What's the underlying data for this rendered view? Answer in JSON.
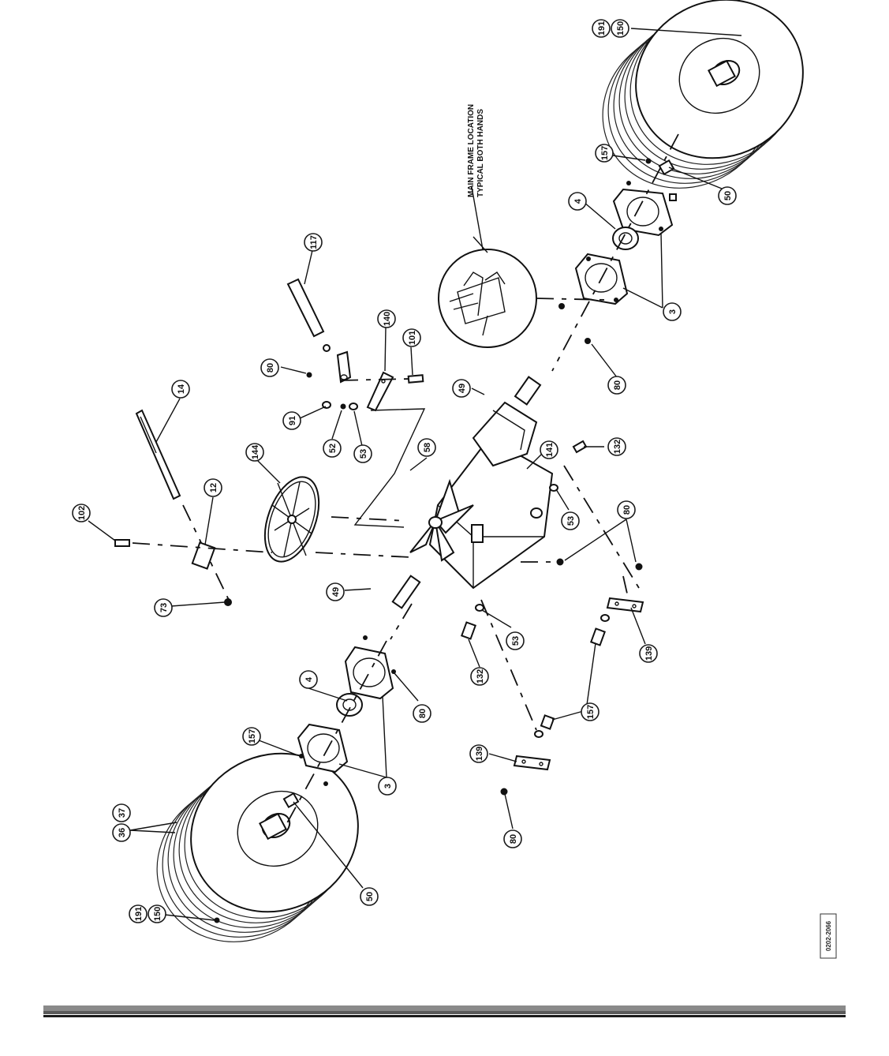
{
  "note": {
    "line1": "MAIN FRAME LOCATION",
    "line2": "TYPICAL BOTH HANDS"
  },
  "drawing_number": "0202-2066",
  "callouts": [
    {
      "id": "c-191-tr",
      "label": "191"
    },
    {
      "id": "c-150-tr",
      "label": "150"
    },
    {
      "id": "c-157-r",
      "label": "157"
    },
    {
      "id": "c-50-r",
      "label": "50"
    },
    {
      "id": "c-4-r",
      "label": "4"
    },
    {
      "id": "c-3-r",
      "label": "3"
    },
    {
      "id": "c-80-r",
      "label": "80"
    },
    {
      "id": "c-117",
      "label": "117"
    },
    {
      "id": "c-140",
      "label": "140"
    },
    {
      "id": "c-101",
      "label": "101"
    },
    {
      "id": "c-80-m",
      "label": "80"
    },
    {
      "id": "c-91",
      "label": "91"
    },
    {
      "id": "c-52",
      "label": "52"
    },
    {
      "id": "c-53-t",
      "label": "53"
    },
    {
      "id": "c-49-t",
      "label": "49"
    },
    {
      "id": "c-14",
      "label": "14"
    },
    {
      "id": "c-144",
      "label": "144"
    },
    {
      "id": "c-58",
      "label": "58"
    },
    {
      "id": "c-141",
      "label": "141"
    },
    {
      "id": "c-132-r",
      "label": "132"
    },
    {
      "id": "c-53-r",
      "label": "53"
    },
    {
      "id": "c-80-bracket",
      "label": "80"
    },
    {
      "id": "c-12",
      "label": "12"
    },
    {
      "id": "c-102",
      "label": "102"
    },
    {
      "id": "c-73",
      "label": "73"
    },
    {
      "id": "c-49-b",
      "label": "49"
    },
    {
      "id": "c-53-b",
      "label": "53"
    },
    {
      "id": "c-132-b",
      "label": "132"
    },
    {
      "id": "c-139-r",
      "label": "139"
    },
    {
      "id": "c-157-b",
      "label": "157"
    },
    {
      "id": "c-139-l",
      "label": "139"
    },
    {
      "id": "c-80-bl",
      "label": "80"
    },
    {
      "id": "c-4-l",
      "label": "4"
    },
    {
      "id": "c-80-l",
      "label": "80"
    },
    {
      "id": "c-157-l",
      "label": "157"
    },
    {
      "id": "c-3-l",
      "label": "3"
    },
    {
      "id": "c-37",
      "label": "37"
    },
    {
      "id": "c-36",
      "label": "36"
    },
    {
      "id": "c-50-l",
      "label": "50"
    },
    {
      "id": "c-191-bl",
      "label": "191"
    },
    {
      "id": "c-150-bl",
      "label": "150"
    }
  ],
  "colors": {
    "ink": "#111111",
    "paper": "#ffffff",
    "footer_bar": "#6d6d6d"
  }
}
